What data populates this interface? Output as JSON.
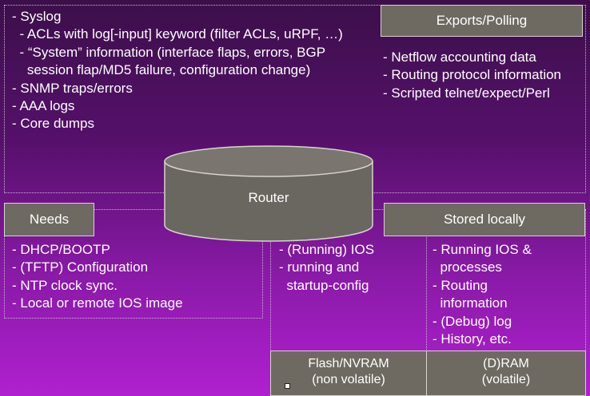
{
  "syslog": {
    "lines": [
      "- Syslog",
      "  - ACLs with log[-input] keyword (filter ACLs, uRPF, …)",
      "  - “System” information (interface flaps, errors, BGP",
      "    session flap/MD5 failure, configuration change)",
      "- SNMP traps/errors",
      "- AAA logs",
      "- Core dumps"
    ]
  },
  "exports": {
    "title": "Exports/Polling",
    "lines": [
      "- Netflow accounting data",
      "- Routing protocol information",
      "- Scripted telnet/expect/Perl"
    ]
  },
  "router": {
    "label": "Router"
  },
  "needs": {
    "title": "Needs",
    "lines": [
      "- DHCP/BOOTP",
      "- (TFTP) Configuration",
      "- NTP clock sync.",
      "- Local or remote IOS image"
    ]
  },
  "stored": {
    "title": "Stored locally",
    "flash_lines": [
      "- (Running) IOS",
      "- running and",
      "  startup-config"
    ],
    "dram_lines": [
      "- Running IOS &",
      "  processes",
      "- Routing",
      "  information",
      "- (Debug) log",
      "- History, etc."
    ],
    "flash_label": "Flash/NVRAM",
    "flash_sub": "(non volatile)",
    "dram_label": "(D)RAM",
    "dram_sub": "(volatile)"
  }
}
